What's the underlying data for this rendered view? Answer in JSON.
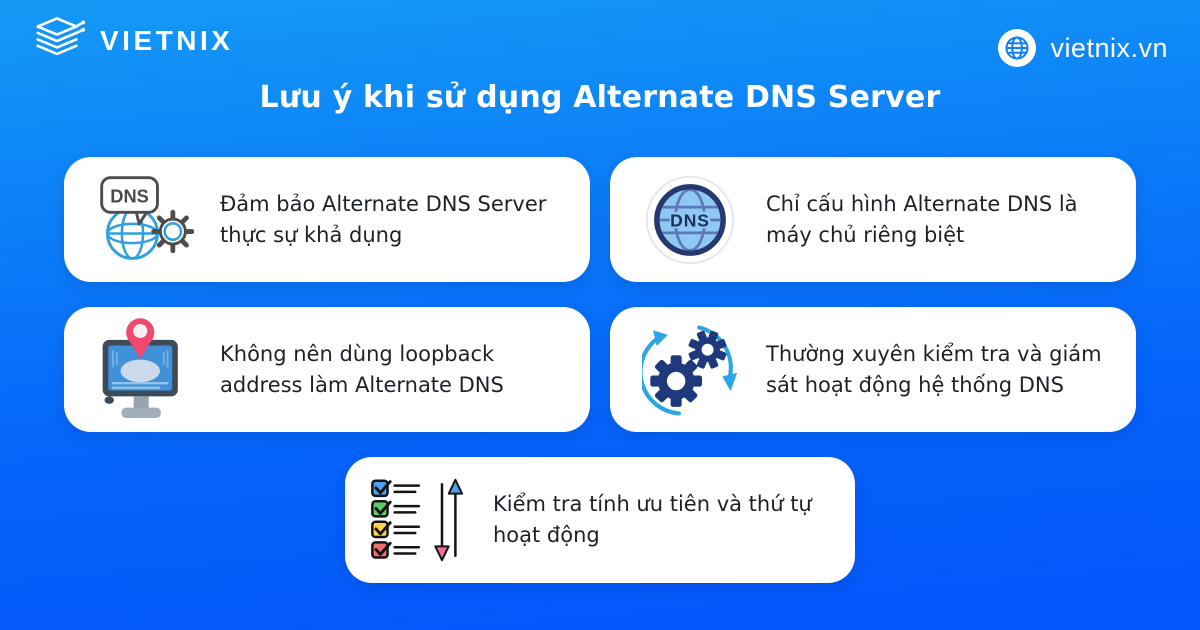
{
  "header": {
    "brand": "VIETNIX",
    "site_label": "vietnix.vn"
  },
  "title": "Lưu ý khi sử dụng Alternate DNS Server",
  "cards": [
    {
      "id": "availability",
      "icon": "dns-globe-gear-icon",
      "text": "Đảm bảo Alternate DNS Server thực sự khả dụng",
      "lines": [
        "Đảm bảo Alternate DNS Server",
        "thực sự khả dụng"
      ]
    },
    {
      "id": "separate-server",
      "icon": "dns-globe-badge-icon",
      "text": "Chỉ cấu hình Alternate DNS là máy chủ riêng biệt",
      "lines": [
        "Chỉ cấu hình Alternate DNS là",
        "máy chủ riêng biệt"
      ]
    },
    {
      "id": "no-loopback",
      "icon": "monitor-location-pin-icon",
      "text": "Không nên dùng loopback address làm Alternate DNS",
      "lines": [
        "Không nên dùng loopback",
        "address làm Alternate DNS"
      ]
    },
    {
      "id": "monitoring",
      "icon": "gears-sync-icon",
      "text": "Thường xuyên kiểm tra và giám sát hoạt động hệ thống DNS",
      "lines": [
        "Thường xuyên kiểm tra và giám",
        "sát hoạt động hệ thống DNS"
      ]
    },
    {
      "id": "priority-order",
      "icon": "checklist-order-icon",
      "text": "Kiểm tra tính ưu tiên và thứ tự hoạt động",
      "lines": [
        "Kiểm tra tính ưu tiên và thứ tự",
        "hoạt động"
      ]
    }
  ],
  "icon_labels": {
    "dns_bubble": "DNS",
    "dns_globe": "DNS"
  },
  "colors": {
    "background_top": "#149AF6",
    "background_bottom": "#0455FB",
    "card_background": "#FFFFFF",
    "card_text": "#1D2129",
    "accent_light_blue": "#2AA6E4",
    "navy": "#1E3A7C",
    "pin_red": "#F2486D",
    "check_blue": "#4D9FEF",
    "check_green": "#5ECB66",
    "check_yellow": "#FFD449",
    "check_red": "#F06F6F"
  }
}
